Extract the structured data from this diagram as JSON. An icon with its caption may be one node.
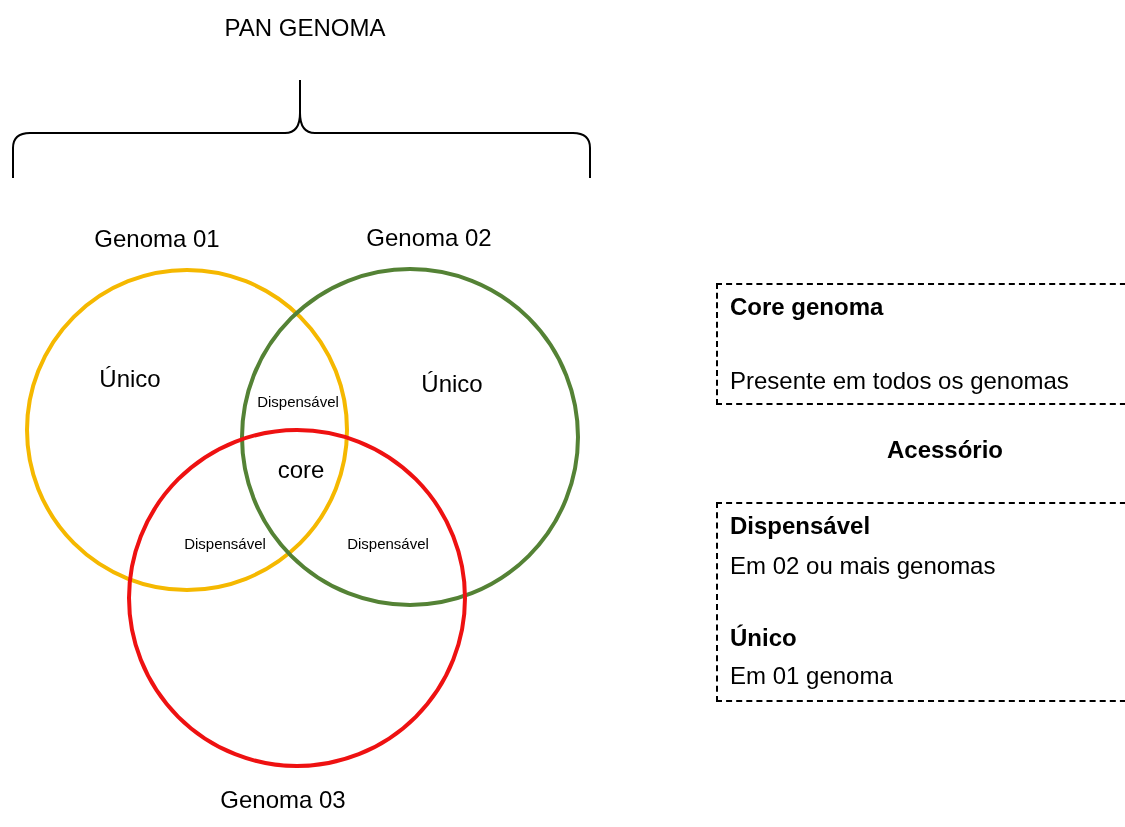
{
  "diagram": {
    "title": "PAN GENOMA",
    "nodes": [
      {
        "text": [
          "Genoma 01",
          "Único"
        ]
      },
      {
        "text": [
          "Genoma 02",
          "Único"
        ]
      },
      {
        "text": [
          "Genoma 03"
        ]
      },
      {
        "text": [
          "Core genoma",
          "Presente em todos os genomas"
        ]
      },
      {
        "text": [
          "Dispensável",
          "Em 02 ou mais genomas",
          "Único",
          "Em 01 genoma"
        ]
      }
    ],
    "edges": [],
    "labels": [
      "Dispensável",
      "core",
      "Dispensável",
      "Dispensável",
      "Acessório"
    ]
  }
}
